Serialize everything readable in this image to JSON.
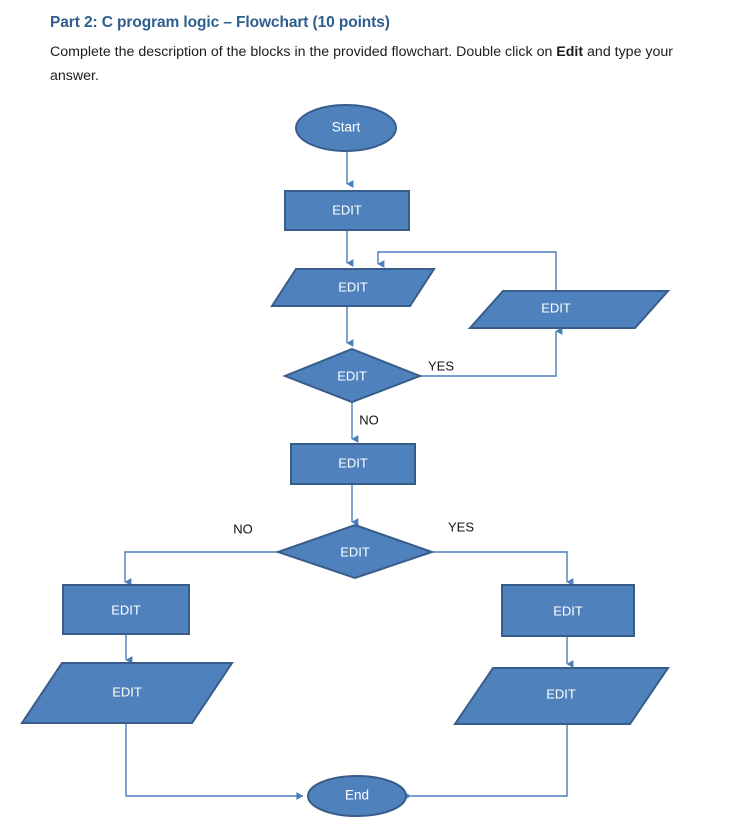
{
  "document": {
    "heading": "Part 2: C program logic – Flowchart (10 points)",
    "instructions_part1": "Complete the description of the blocks in the provided flowchart. Double click on ",
    "instructions_bold": "Edit",
    "instructions_part2": " and type your answer."
  },
  "colors": {
    "heading": "#2E5E8E",
    "shape_fill": "#4F81BD",
    "shape_border": "#385D8A",
    "connector": "#4A7EBB",
    "shape_text": "#FFFFFF",
    "page_background": "#FFFFFF"
  },
  "flowchart": {
    "nodes": {
      "start": {
        "label": "Start",
        "type": "terminator"
      },
      "process_1": {
        "label": "EDIT",
        "type": "process"
      },
      "io_1": {
        "label": "EDIT",
        "type": "input-output"
      },
      "decision_1": {
        "label": "EDIT",
        "type": "decision"
      },
      "io_loop": {
        "label": "EDIT",
        "type": "input-output"
      },
      "process_2": {
        "label": "EDIT",
        "type": "process"
      },
      "decision_2": {
        "label": "EDIT",
        "type": "decision"
      },
      "process_left": {
        "label": "EDIT",
        "type": "process"
      },
      "io_left": {
        "label": "EDIT",
        "type": "input-output"
      },
      "process_right": {
        "label": "EDIT",
        "type": "process"
      },
      "io_right": {
        "label": "EDIT",
        "type": "input-output"
      },
      "end": {
        "label": "End",
        "type": "terminator"
      }
    },
    "branch_labels": {
      "decision_1_yes": "YES",
      "decision_1_no": "NO",
      "decision_2_no": "NO",
      "decision_2_yes": "YES"
    }
  }
}
